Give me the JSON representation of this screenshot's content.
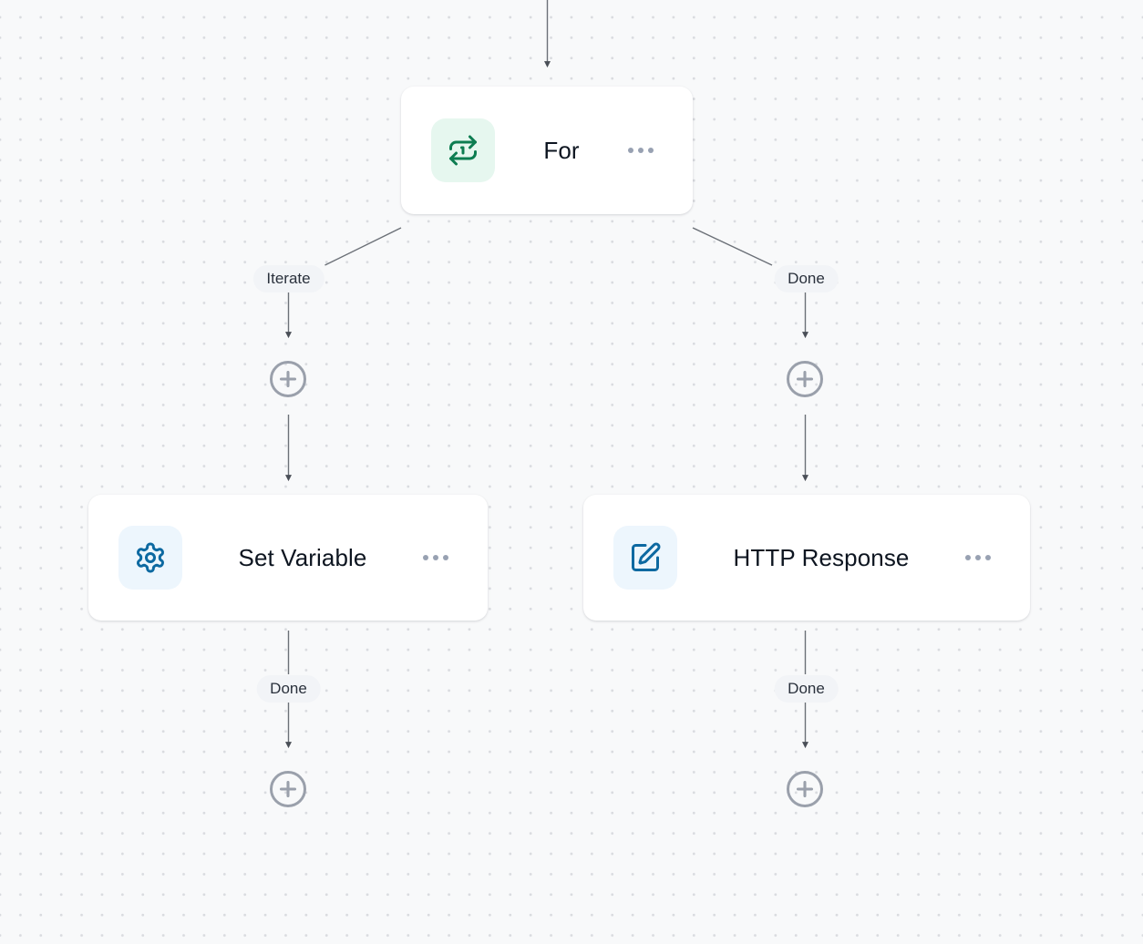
{
  "canvas": {
    "background": "#f8f9fa",
    "dot_color": "#d9dbdf",
    "edge_color": "#6b7077"
  },
  "nodes": [
    {
      "id": "for",
      "title": "For",
      "icon": "repeat-loop-icon",
      "icon_color": "#0d7d51",
      "icon_bg": "#e6f7ef",
      "menu_icon": "ellipsis-menu-icon"
    },
    {
      "id": "set-variable",
      "title": "Set Variable",
      "icon": "gear-icon",
      "icon_color": "#0d69a1",
      "icon_bg": "#edf6fd",
      "menu_icon": "ellipsis-menu-icon"
    },
    {
      "id": "http-response",
      "title": "HTTP Response",
      "icon": "edit-square-icon",
      "icon_color": "#0d69a1",
      "icon_bg": "#edf6fd",
      "menu_icon": "ellipsis-menu-icon"
    }
  ],
  "edge_labels": [
    {
      "text": "Iterate"
    },
    {
      "text": "Done"
    },
    {
      "text": "Done"
    },
    {
      "text": "Done"
    }
  ],
  "add_button": {
    "icon": "circle-plus-icon",
    "color": "#9aa0ab"
  }
}
